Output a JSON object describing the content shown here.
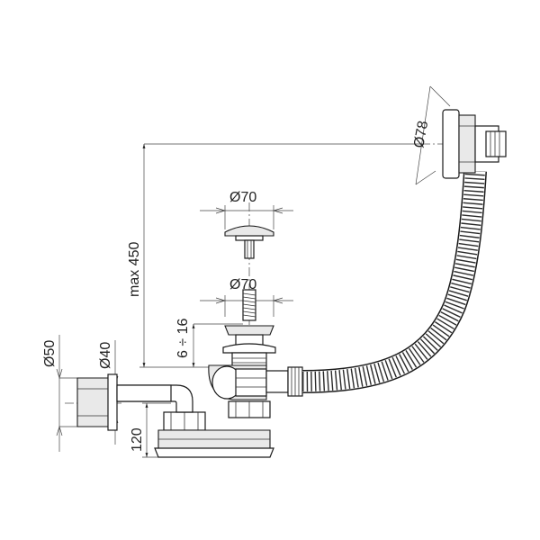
{
  "dimensions": {
    "overflow_diameter": "Ø78",
    "plug_diameter": "Ø70",
    "strainer_diameter": "Ø70",
    "max_height": "max 450",
    "adjust_range": "6 ÷ 16",
    "outlet_outer": "Ø50",
    "outlet_inner": "Ø40",
    "trap_height": "120"
  }
}
